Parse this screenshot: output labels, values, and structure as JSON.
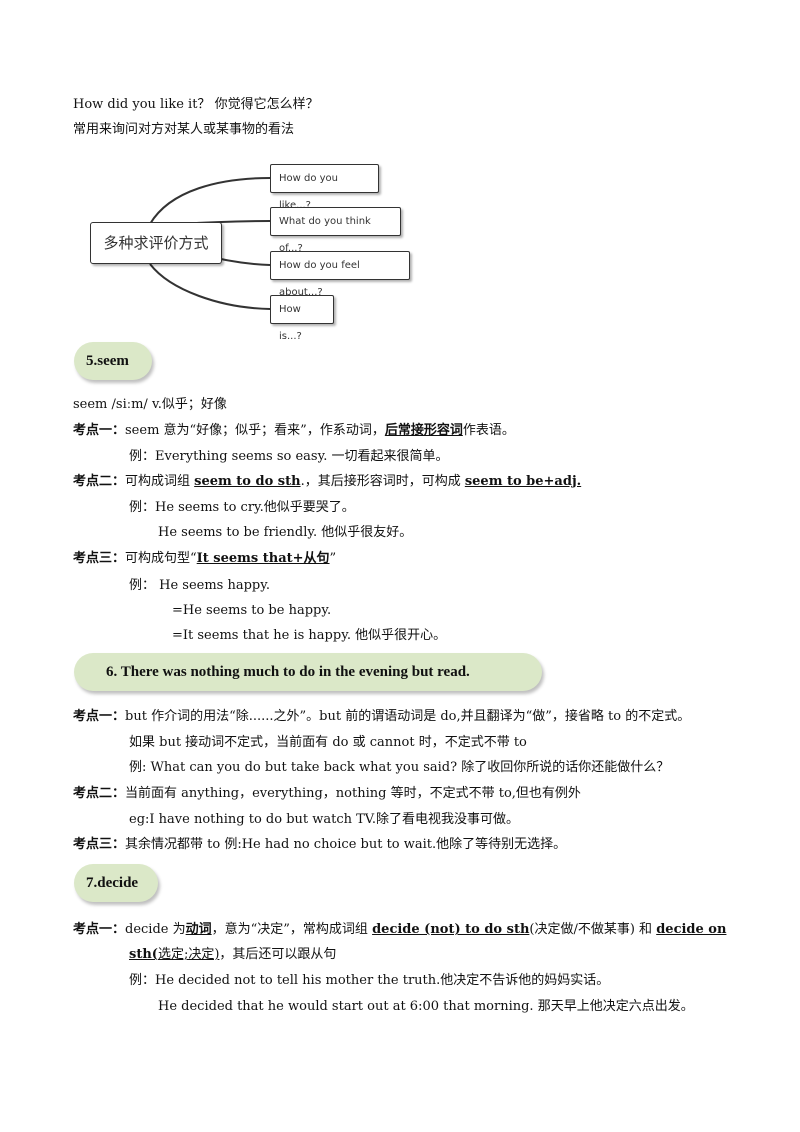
{
  "intro": {
    "line1": "How did you like it？   你觉得它怎么样？",
    "line2": "常用来询问对方对某人或某事物的看法"
  },
  "mindmap": {
    "root": "多种求评价方式",
    "nodes": [
      "How do you like...?",
      "What do you think of...?",
      "How do you feel about...?",
      "How is...?"
    ]
  },
  "s5": {
    "title": "5.seem",
    "def": "seem /siːm/ v.似乎；好像",
    "k1_label": "考点一：",
    "k1_a": "seem 意为“好像；似乎；看来”，作系动词，",
    "k1_b": "后常接形容词",
    "k1_c": "作表语。",
    "ex1": "例：Everything seems so easy.  一切看起来很简单。",
    "k2_label": "考点二：",
    "k2_a": "可构成词组 ",
    "k2_b": "seem  to do sth",
    "k2_c": ".，其后接形容词时，可构成 ",
    "k2_d": "seem   to   be+adj.  ",
    "ex2a": "例：He  seems  to  cry.他似乎要哭了。",
    "ex2b": "He  seems  to  be  friendly.  他似乎很友好。",
    "k3_label": "考点三：",
    "k3_a": "可构成句型“",
    "k3_b": "It seems that+从句",
    "k3_c": "”",
    "ex3a": "例：   He seems happy.",
    "ex3b": "=He seems to be happy.",
    "ex3c": "=It seems that  he is   happy.    他似乎很开心。"
  },
  "s6": {
    "title": "6.  There was nothing much to do in the evening but read.",
    "k1_label": "考点一：",
    "k1": "but  作介词的用法“除......之外”。but 前的谓语动词是 do,并且翻译为“做”，接省略 to 的不定式。",
    "k1b": "如果 but  接动词不定式，当前面有 do 或 cannot 时，不定式不带 to",
    "ex1": "例: What can you do but take back what you said?  除了收回你所说的话你还能做什么？",
    "k2_label": "考点二：",
    "k2": "当前面有 anything，everything，nothing  等时，不定式不带 to,但也有例外",
    "ex2": "eg:I have nothing to do but watch TV.除了看电视我没事可做。",
    "k3_label": "考点三：",
    "k3": "其余情况都带 to      例:He had no choice but to wait.他除了等待别无选择。"
  },
  "s7": {
    "title": "7.decide",
    "k1_label": "考点一：",
    "k1_a": "decide 为",
    "k1_b": "动词",
    "k1_c": "，意为“决定”，常构成词组 ",
    "k1_d": "decide  (not)  to do sth",
    "k1_e": "(决定做/不做某事) 和 ",
    "k1_f": "decide on  ",
    "k1_g": "sth(",
    "k1_h": "选定;决定)",
    "k1_i": "，其后还可以跟从句",
    "ex1": "例：He decided not to tell his mother the truth.他决定不告诉他的妈妈实话。",
    "ex2": "He decided that he would start out at 6:00 that morning.  那天早上他决定六点出发。"
  }
}
